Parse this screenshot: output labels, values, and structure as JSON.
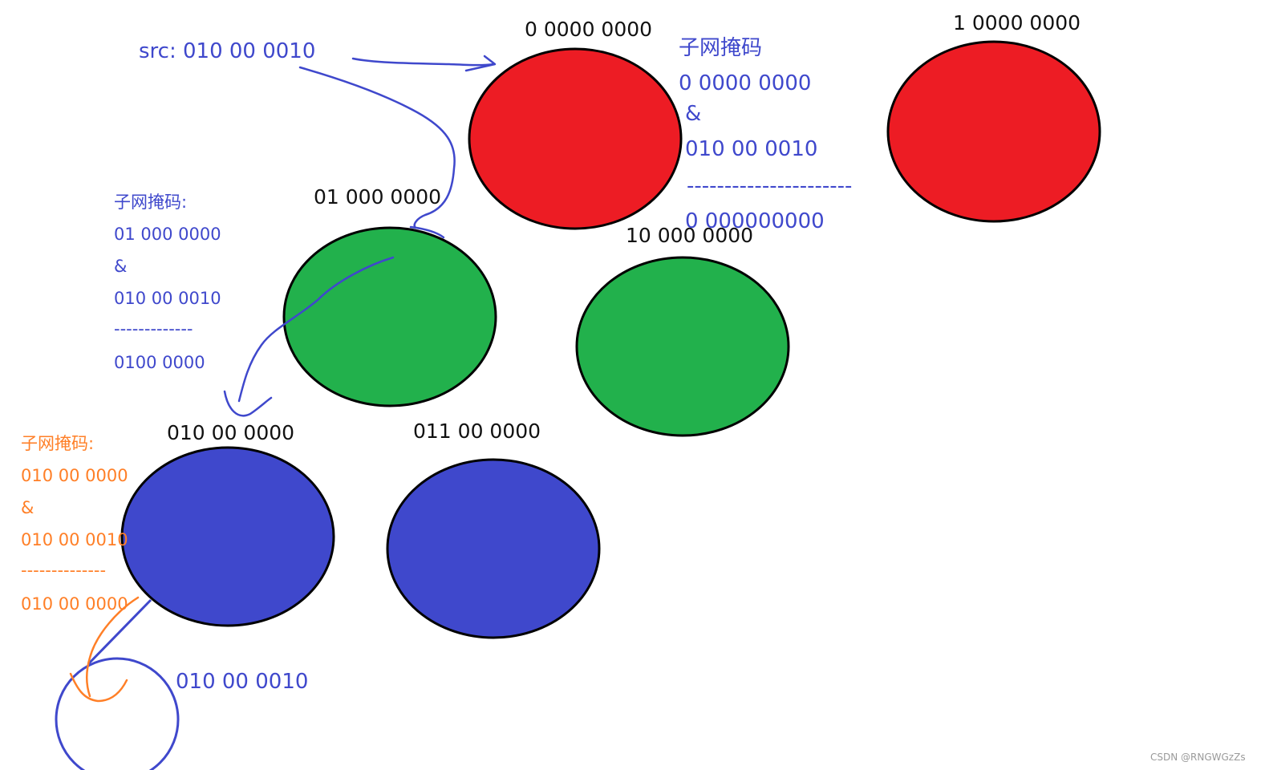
{
  "colors": {
    "red": "#ed1c24",
    "green": "#22b14c",
    "blue": "#3f48cc",
    "ink_blue": "#3f48cc",
    "ink_orange": "#ff7f27",
    "outline": "#000000"
  },
  "nodes": {
    "red_left": "0 0000 0000",
    "red_right": "1 0000 0000",
    "green_left": "01 000 0000",
    "green_right": "10 000 0000",
    "blue_left": "010 00 0000",
    "blue_right": "011 00 0000",
    "leaf": "010 00 0010"
  },
  "src_label": "src: 010 00 0010",
  "mask_top": {
    "title": "子网掩码",
    "a": "0 0000 0000",
    "op": "&",
    "b": "010 00 0010",
    "sep": "----------------------",
    "result": "0 000000000"
  },
  "mask_green": {
    "title": "子网掩码:",
    "a": "01 000 0000",
    "op": "&",
    "b": "010 00 0010",
    "sep": "-------------",
    "result": "0100 0000"
  },
  "mask_blue": {
    "title": "子网掩码:",
    "a": "010 00 0000",
    "op": "&",
    "b": "010 00 0010",
    "sep": "--------------",
    "result": "010 00 0000"
  },
  "watermark": "CSDN @RNGWGzZs"
}
